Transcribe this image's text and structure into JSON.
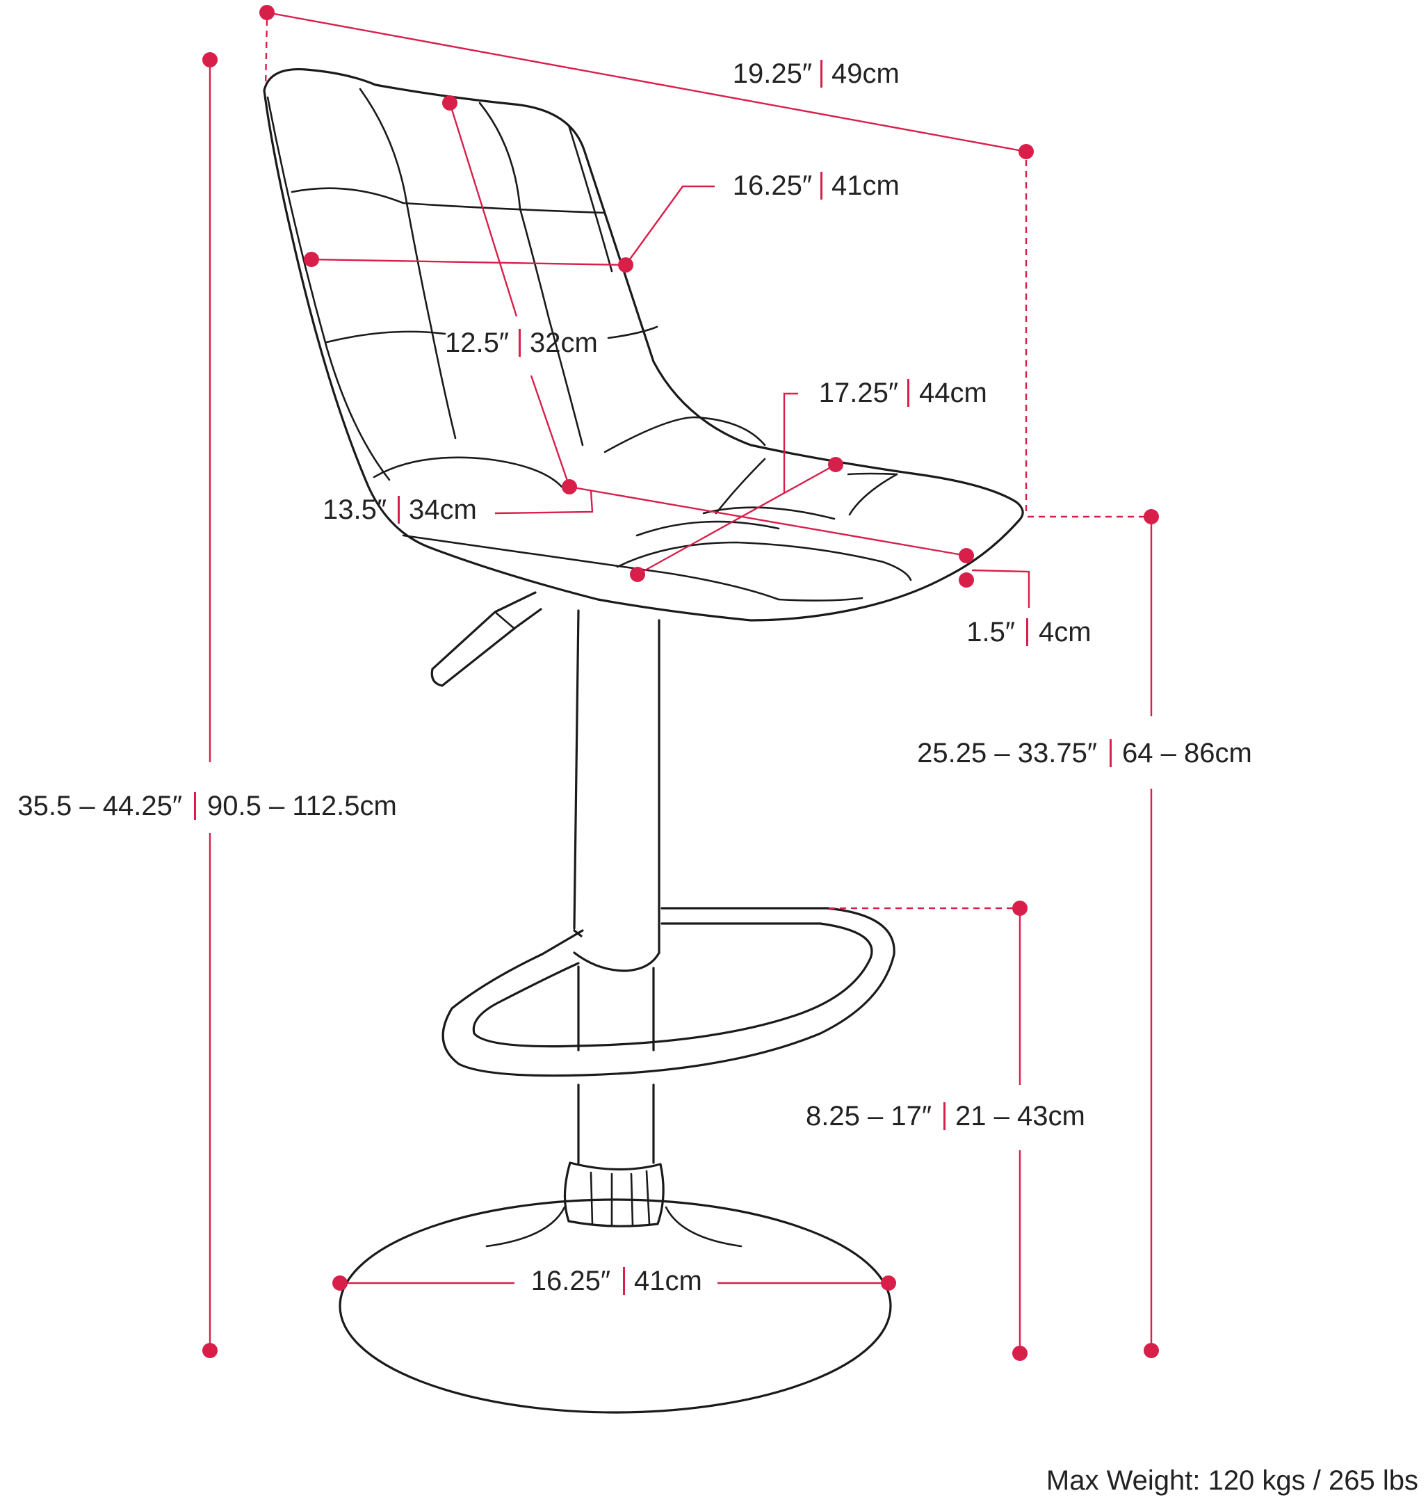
{
  "accent_color": "#d81f4a",
  "line_color": "#1a1a1a",
  "dimensions": {
    "overall_depth": {
      "imperial": "19.25″",
      "metric": "49cm"
    },
    "back_width": {
      "imperial": "16.25″",
      "metric": "41cm"
    },
    "back_height": {
      "imperial": "12.5″",
      "metric": "32cm"
    },
    "seat_width": {
      "imperial": "17.25″",
      "metric": "44cm"
    },
    "seat_depth": {
      "imperial": "13.5″",
      "metric": "34cm"
    },
    "seat_thickness": {
      "imperial": "1.5″",
      "metric": "4cm"
    },
    "seat_height": {
      "imperial": "25.25 – 33.75″",
      "metric": "64 – 86cm"
    },
    "overall_height": {
      "imperial": "35.5 – 44.25″",
      "metric": "90.5 – 112.5cm"
    },
    "footrest_height": {
      "imperial": "8.25 – 17″",
      "metric": "21 – 43cm"
    },
    "base_diameter": {
      "imperial": "16.25″",
      "metric": "41cm"
    }
  },
  "max_weight": "Max Weight: 120 kgs / 265 lbs"
}
